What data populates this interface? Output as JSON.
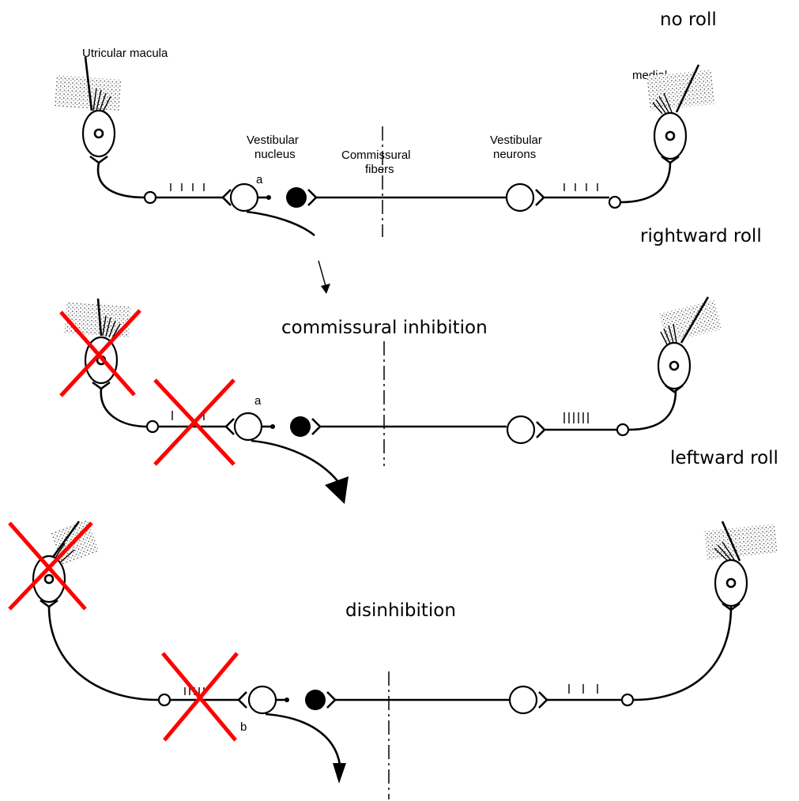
{
  "labels": {
    "no_roll": "no roll",
    "rightward_roll": "rightward roll",
    "leftward_roll": "leftward roll",
    "commissural_inhibition": "commissural inhibition",
    "disinhibition": "disinhibition",
    "utricular_macula": "Utricular macula",
    "medial": "medial",
    "vestibular_nucleus_line1": "Vestibular",
    "vestibular_nucleus_line2": "nucleus",
    "commissural_fibers_line1": "Commissural",
    "commissural_fibers_line2": "fibers",
    "vestibular_neurons_line1": "Vestibular",
    "vestibular_neurons_line2": "neurons",
    "neuron_a_top": "a",
    "neuron_a_middle": "a",
    "neuron_b": "b"
  },
  "colors": {
    "ink": "#000000",
    "cross": "#ff0000",
    "background": "#ffffff"
  }
}
